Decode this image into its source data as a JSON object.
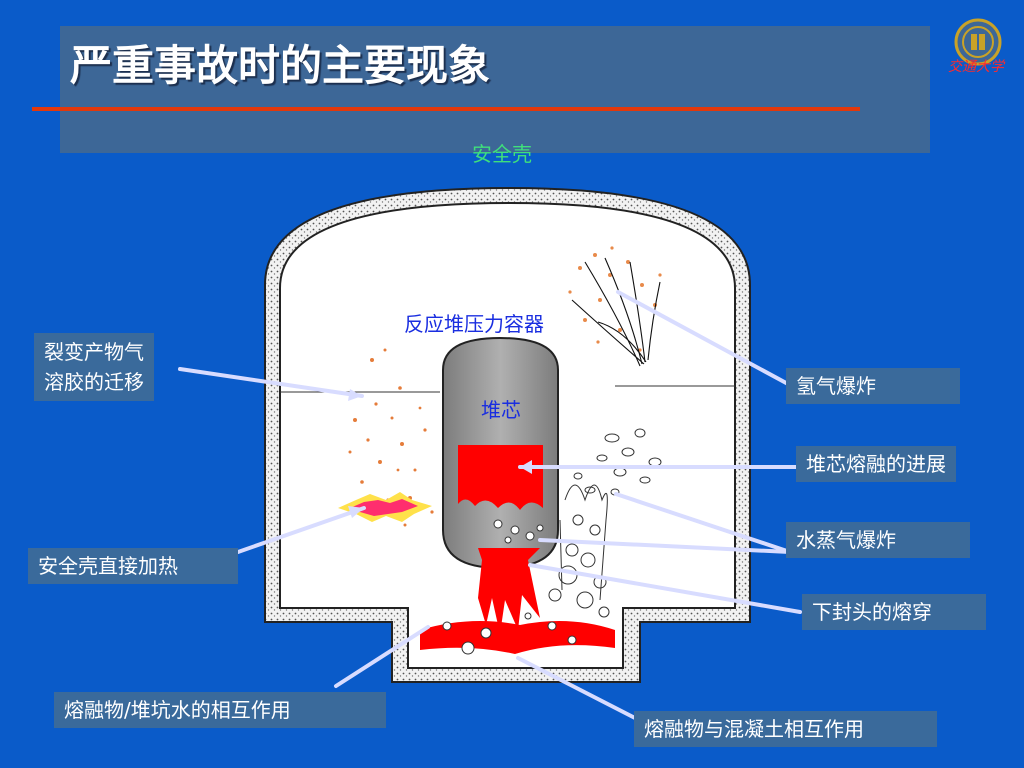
{
  "title": "严重事故时的主要现象",
  "logo": {
    "text": "交通大学"
  },
  "diagram": {
    "containment_label": "安全壳",
    "vessel_label": "反应堆压力容器",
    "core_label": "堆芯"
  },
  "callouts": {
    "aerosol": [
      "裂变产物气",
      "溶胶的迁移"
    ],
    "hydrogen": "氢气爆炸",
    "core_melt": "堆芯熔融的进展",
    "steam": "水蒸气爆炸",
    "direct_heating": "安全壳直接加热",
    "lower_head": "下封头的熔穿",
    "melt_water": "熔融物/堆坑水的相互作用",
    "melt_concrete": "熔融物与混凝土相互作用"
  },
  "colors": {
    "background": "#0a5bc9",
    "title_box": "#3d6797",
    "label_box": "#3a6a9b",
    "rule": "#e3380b",
    "melt": "#ff0000",
    "vessel": "#9a9a9a",
    "arrow": "#d8dcff",
    "containment_label": "#3fe07c"
  }
}
